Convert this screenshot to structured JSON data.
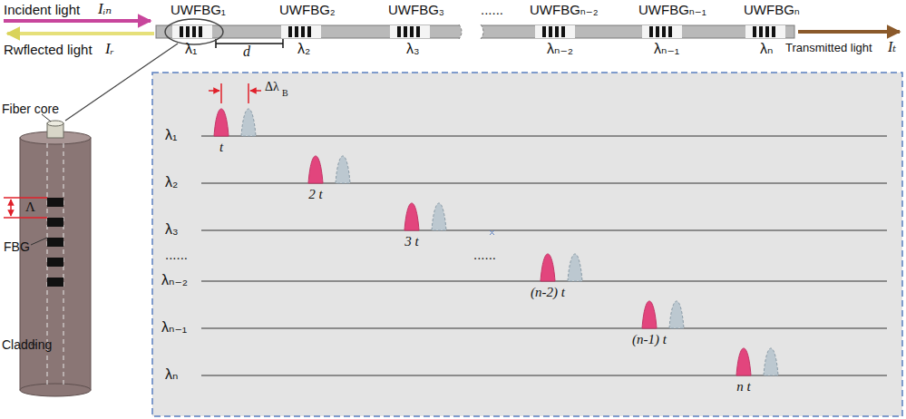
{
  "diagram": {
    "labels": [
      "Incident light",
      "Iᵢₙ",
      "Rwflected light",
      "Iᵣ",
      "Transmitted light",
      "Iₜ",
      "UWFBG₁",
      "UWFBG₂",
      "UWFBG₃",
      "......",
      "UWFBGₙ₋₂",
      "UWFBGₙ₋₁",
      "UWFBGₙ",
      "λ₁",
      "d",
      "λ₂",
      "λ₃",
      "λₙ₋₂",
      "λₙ₋₁",
      "λₙ",
      "Fiber core",
      "Λ",
      "FBG",
      "Cladding",
      "Δλ",
      "B",
      "λ₁",
      "t",
      "λ₂",
      "2 t",
      "λ₃",
      "3 t",
      "......",
      "......",
      "λₙ₋₂",
      "(n-2) t",
      "λₙ₋₁",
      "(n-1) t",
      "λₙ",
      "n t"
    ]
  }
}
